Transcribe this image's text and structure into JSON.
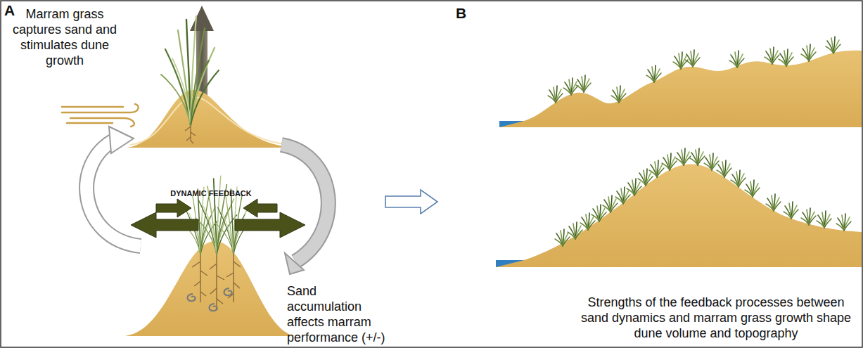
{
  "diagram": {
    "labels": [
      "A",
      "Marram grass captures sand and stimulates dune growth",
      "DYNAMIC FEEDBACK",
      "Sand accumulation affects marram performance (+/-)",
      "B",
      "Strengths of the feedback processes between sand dynamics and marram grass growth shape dune volume and topography"
    ]
  }
}
